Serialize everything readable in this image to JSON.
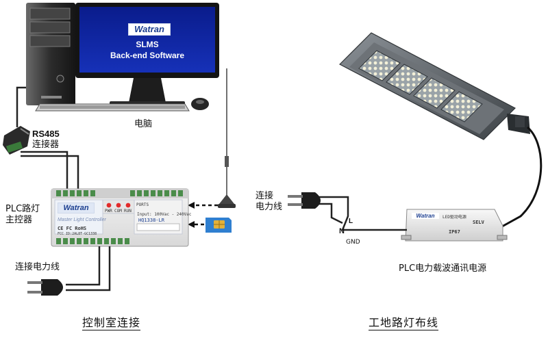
{
  "monitor": {
    "logo": "Watran",
    "line1": "SLMS",
    "line2": "Back-end Software"
  },
  "computer_label": "电脑",
  "rs485": {
    "title": "RS485",
    "subtitle": "连接器"
  },
  "plc_master": {
    "line1": "PLC路灯",
    "line2": "主控器"
  },
  "controller": {
    "logo": "Watran",
    "name": "Master Light Controller",
    "model": "HQ1338-LR",
    "input": "Input: 100Vac - 240Vac",
    "leds": [
      "PWR",
      "COM",
      "RUN"
    ],
    "port_label": "PORTS",
    "certs": "CE  FC  RoHS",
    "fcc": "FCC ID:2AL8T-GC1338"
  },
  "connect_power_left": "连接电力线",
  "connect_power_right": {
    "line1": "连接",
    "line2": "电力线"
  },
  "wiring": {
    "L": "L",
    "N": "N",
    "GND": "GND"
  },
  "psu": {
    "logo": "Watran",
    "subtitle": "LED驱动电源",
    "ip": "IP67",
    "selv": "SELV"
  },
  "plc_power_label": "PLC电力载波通讯电源",
  "captions": {
    "left": "控制室连接",
    "right": "工地路灯布线"
  },
  "colors": {
    "monitor_blue": "#0a1c8c",
    "logo_blue": "#1a3d8f",
    "controller_body": "#eaeaea",
    "lamp_body": "#5c6166"
  }
}
